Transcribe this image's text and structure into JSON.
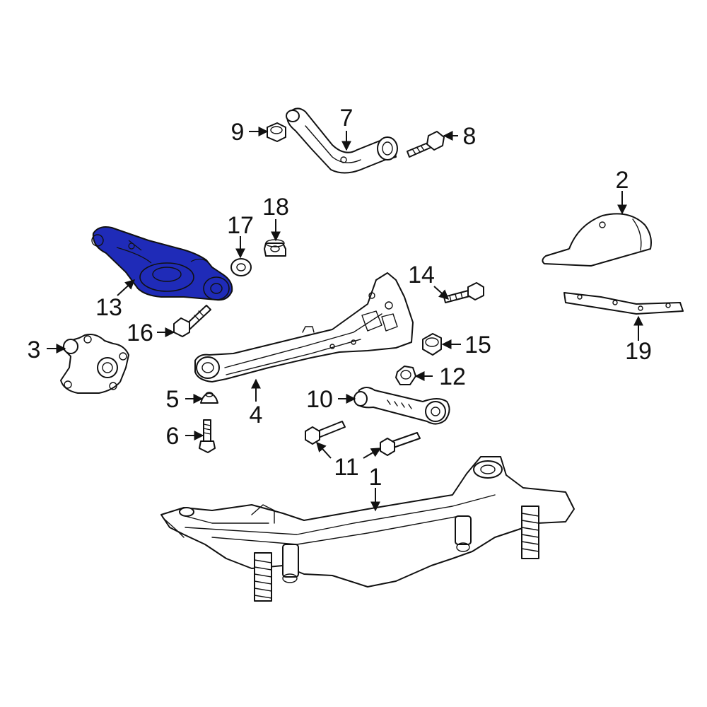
{
  "highlight_color": "#1f2bb8",
  "highlighted_part": "13",
  "callouts": {
    "c1": "1",
    "c2": "2",
    "c3": "3",
    "c4": "4",
    "c5": "5",
    "c6": "6",
    "c7": "7",
    "c8": "8",
    "c9": "9",
    "c10": "10",
    "c11": "11",
    "c12": "12",
    "c13": "13",
    "c14": "14",
    "c15": "15",
    "c16": "16",
    "c17": "17",
    "c18": "18",
    "c19": "19"
  }
}
